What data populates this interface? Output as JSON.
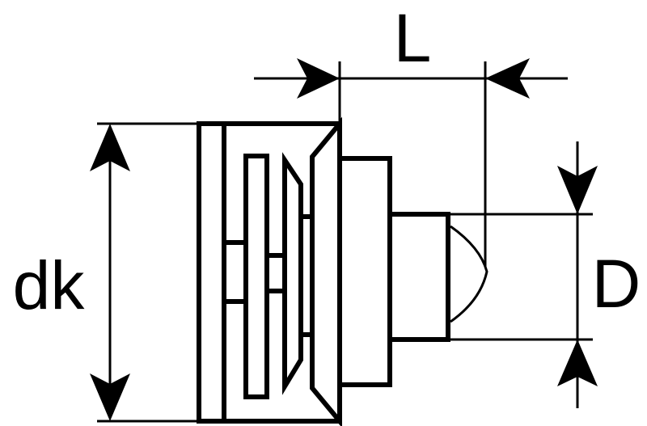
{
  "drawing": {
    "labels": {
      "length": "L",
      "head_diameter": "dk",
      "diameter": "D"
    },
    "line_color": "#000000",
    "background": "#ffffff"
  }
}
